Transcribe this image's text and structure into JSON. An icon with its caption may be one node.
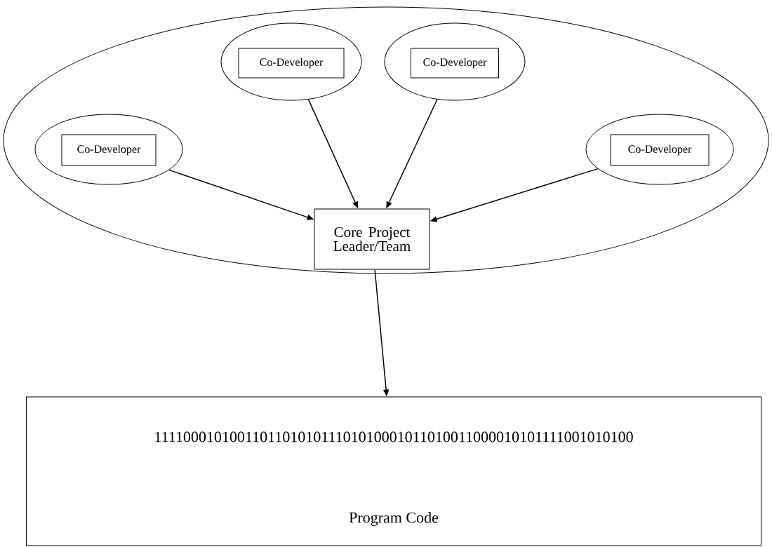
{
  "diagram": {
    "nodes": [
      {
        "text": [],
        "shape": "ellipse"
      },
      {
        "text": [],
        "shape": "ellipse",
        "in": 0
      },
      {
        "text": [
          "Co-Developer"
        ],
        "in": 1
      },
      {
        "text": [],
        "shape": "ellipse",
        "in": 0
      },
      {
        "text": [
          "Co-Developer"
        ],
        "in": 3
      },
      {
        "text": [],
        "shape": "ellipse",
        "in": 0
      },
      {
        "text": [
          "Co-Developer"
        ],
        "in": 5
      },
      {
        "text": [],
        "shape": "ellipse",
        "in": 0
      },
      {
        "text": [
          "Co-Developer"
        ],
        "in": 7
      },
      {
        "text": [
          "Core Project Leader/Team"
        ],
        "in": 0
      },
      {
        "text": [
          "111100010100110110101011101010001011010011000010101111001010100",
          "Program Code"
        ]
      }
    ],
    "edges": [
      {
        "from": 1,
        "to": 9,
        "arrow": "to"
      },
      {
        "from": 3,
        "to": 9,
        "arrow": "to"
      },
      {
        "from": 5,
        "to": 9,
        "arrow": "to"
      },
      {
        "from": 7,
        "to": 9,
        "arrow": "to"
      },
      {
        "from": 9,
        "to": 10,
        "arrow": "to"
      }
    ]
  }
}
